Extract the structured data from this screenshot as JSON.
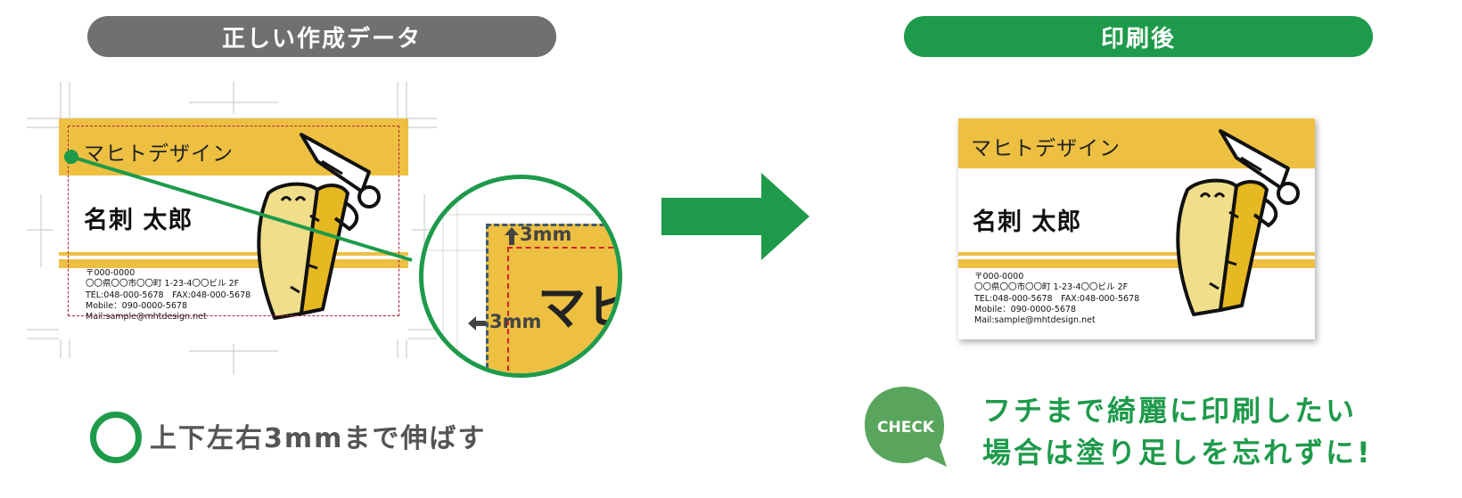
{
  "headers": {
    "left_title": "正しい作成データ",
    "right_title": "印刷後"
  },
  "card": {
    "company": "マヒトデザイン",
    "person": "名刺 太郎",
    "info_lines": [
      "〒000-0000",
      "〇〇県〇〇市〇〇町 1-23-4〇〇ビル 2F",
      "TEL:048-000-5678　FAX:048-000-5678",
      "Mobile：090-0000-5678",
      "Mail:sample@mhtdesign.net"
    ]
  },
  "zoom": {
    "top_margin_label": "3mm",
    "left_margin_label": "3mm",
    "text_fragment": "マヒ"
  },
  "tips": {
    "circle_label": "上下左右3mmまで伸ばす",
    "check_badge": "CHECK",
    "check_line_1": "フチまで綺麗に印刷したい",
    "check_line_2": "場合は塗り足しを忘れずに!"
  },
  "colors": {
    "grey_header": "#707070",
    "green": "#1e9a4b",
    "check_badge": "#5aa55e",
    "card_yellow": "#edc042",
    "trim_red": "#b0213a",
    "guide_grey": "#cfcfcf"
  }
}
